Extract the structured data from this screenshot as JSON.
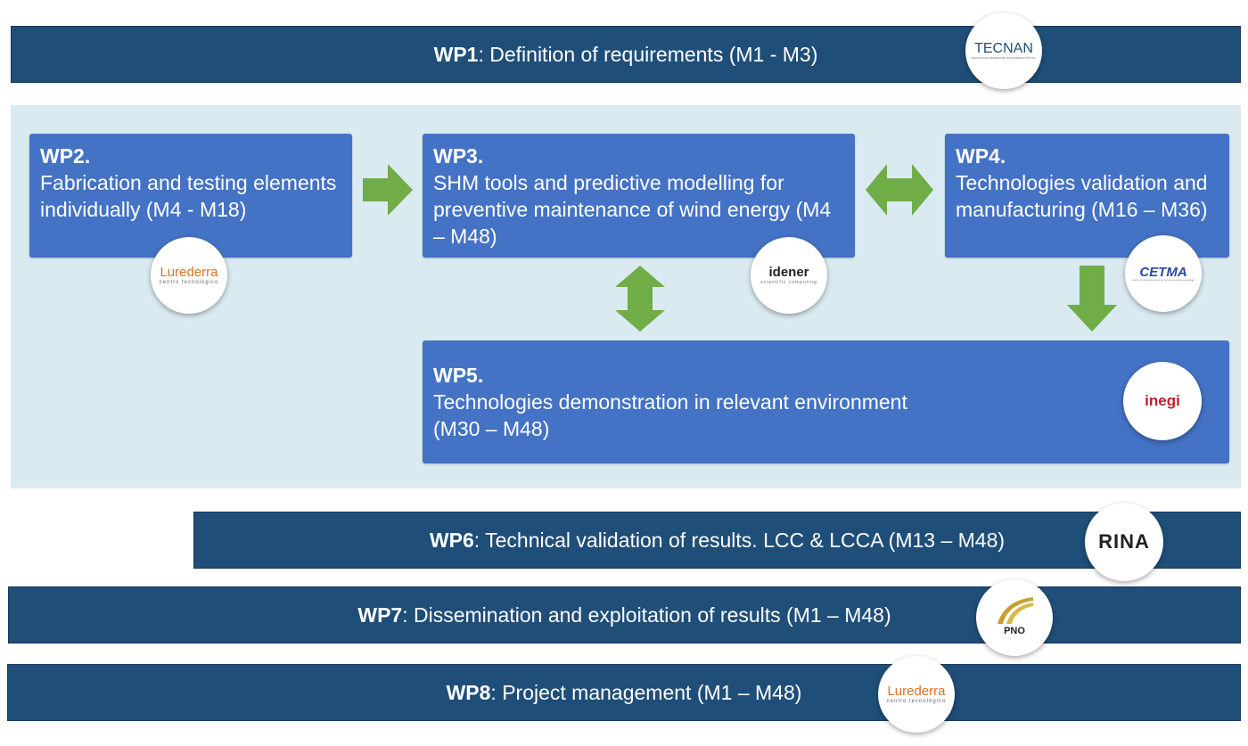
{
  "wp1": {
    "title": "WP1",
    "text": ": Definition of requirements (M1 - M3)"
  },
  "wp2": {
    "title": "WP2.",
    "text": "Fabrication and testing elements individually (M4 - M18)"
  },
  "wp3": {
    "title": "WP3.",
    "text": "SHM tools and predictive modelling for preventive maintenance of wind energy (M4 – M48)"
  },
  "wp4": {
    "title": "WP4.",
    "text": "Technologies validation and manufacturing (M16 – M36)"
  },
  "wp5": {
    "title": "WP5.",
    "line1": "Technologies demonstration in relevant environment",
    "line2": "(M30 – M48)"
  },
  "wp6": {
    "title": "WP6",
    "text": ": Technical validation of results. LCC & LCCA (M13 – M48)"
  },
  "wp7": {
    "title": "WP7",
    "text": ": Dissemination and exploitation of results (M1 – M48)"
  },
  "wp8": {
    "title": "WP8",
    "text": ": Project management (M1 – M48)"
  },
  "logos": {
    "tecnan": {
      "name": "TECNAN",
      "sub": "TECNOLOGIA NAVARRA DE NANOPRODUCTOS S.L.",
      "color": "#1f4e79"
    },
    "l_urederra_1": {
      "name": "Lurederra",
      "sub": "centro tecnológico",
      "color": "#e07020"
    },
    "idener": {
      "name": "idener",
      "sub": "scientific computing",
      "color": "#222222"
    },
    "cetma": {
      "name": "CETMA",
      "sub": "CENTRO DI RICERCHE EUROPEO DI TECNOLOGIE DESIGN E MATERIALI",
      "color": "#2a4aa0"
    },
    "inegi": {
      "name": "inegi",
      "color": "#c0202a"
    },
    "rina": {
      "name": "RINA",
      "color": "#222222"
    },
    "pno": {
      "name": "PNO",
      "color": "#c8a030"
    },
    "l_urederra_2": {
      "name": "Lurederra",
      "sub": "centro tecnológico",
      "color": "#e07020"
    }
  },
  "colors": {
    "dark_bar": "#1f4e79",
    "wp_box": "#4472c4",
    "panel": "#d9eaf0",
    "arrow": "#70ad47"
  }
}
